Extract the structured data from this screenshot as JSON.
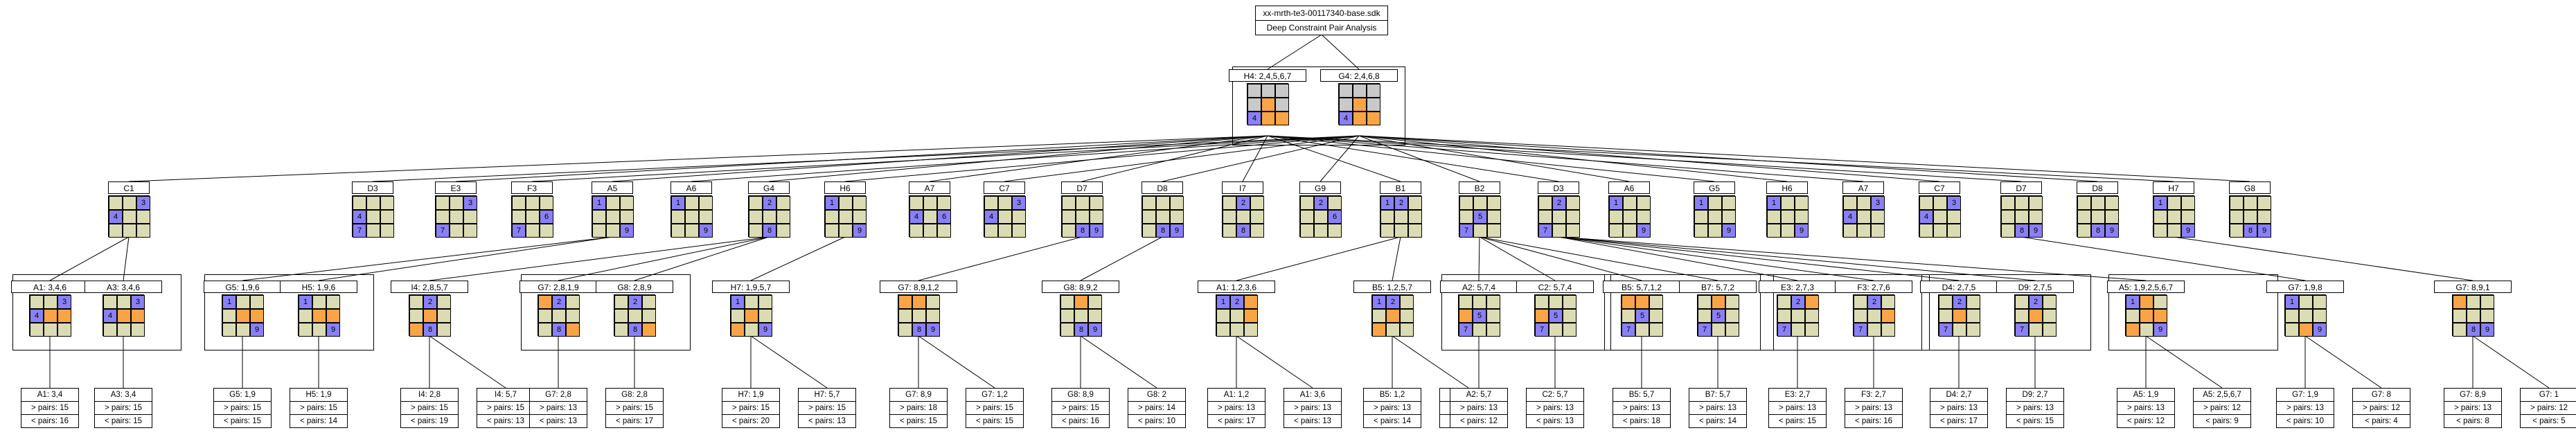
{
  "header": {
    "file": "xx-mrth-te3-00117340-base.sdk",
    "title": "Deep Constraint Pair Analysis"
  },
  "colors": {
    "cell": "#dcdcb4",
    "blue": "#8a80f6",
    "orange": "#f9a447",
    "gray": "#c9c9c9"
  },
  "root": {
    "nodes": [
      {
        "label": "H4: 2,4,5,6,7",
        "cells": [
          "g",
          "g",
          "g",
          "g",
          "o",
          "g",
          "b:4",
          "o",
          "o"
        ]
      },
      {
        "label": "G4: 2,4,6,8",
        "cells": [
          "g",
          "g",
          "g",
          "g",
          "o",
          "g",
          "b:4",
          "o",
          "o"
        ]
      }
    ]
  },
  "mid": [
    {
      "label": "C1",
      "cells": [
        "",
        "",
        "b:3",
        "b:4",
        "",
        "",
        "",
        "",
        ""
      ],
      "kids": [
        0
      ]
    },
    {
      "label": "D3",
      "cells": [
        "",
        "",
        "",
        "b:4",
        "",
        "",
        "b:7",
        "",
        ""
      ],
      "kids": []
    },
    {
      "label": "E3",
      "cells": [
        "",
        "",
        "b:3",
        "",
        "",
        "",
        "b:7",
        "",
        ""
      ],
      "kids": []
    },
    {
      "label": "F3",
      "cells": [
        "",
        "",
        "",
        "",
        "",
        "b:6",
        "b:7",
        "",
        ""
      ],
      "kids": []
    },
    {
      "label": "A5",
      "cells": [
        "b:1",
        "",
        "",
        "",
        "",
        "",
        "",
        "",
        "b:9"
      ],
      "kids": [
        1
      ]
    },
    {
      "label": "A6",
      "cells": [
        "b:1",
        "",
        "",
        "",
        "",
        "",
        "",
        "",
        "b:9"
      ],
      "kids": []
    },
    {
      "label": "G4",
      "cells": [
        "",
        "b:2",
        "",
        "",
        "",
        "",
        "",
        "b:8",
        ""
      ],
      "kids": [
        2,
        3
      ]
    },
    {
      "label": "H6",
      "cells": [
        "b:1",
        "",
        "",
        "",
        "",
        "",
        "",
        "",
        "b:9"
      ],
      "kids": [
        4
      ]
    },
    {
      "label": "A7",
      "cells": [
        "",
        "",
        "",
        "b:4",
        "",
        "b:6",
        "",
        "",
        ""
      ],
      "kids": []
    },
    {
      "label": "C7",
      "cells": [
        "",
        "",
        "b:3",
        "b:4",
        "",
        "",
        "",
        "",
        ""
      ],
      "kids": []
    },
    {
      "label": "D7",
      "cells": [
        "",
        "",
        "",
        "",
        "",
        "",
        "",
        "b:8",
        "b:9"
      ],
      "kids": [
        5
      ]
    },
    {
      "label": "D8",
      "cells": [
        "",
        "",
        "",
        "",
        "",
        "",
        "",
        "b:8",
        "b:9"
      ],
      "kids": [
        6
      ]
    },
    {
      "label": "I7",
      "cells": [
        "",
        "b:2",
        "",
        "",
        "",
        "",
        "",
        "b:8",
        ""
      ],
      "kids": []
    },
    {
      "label": "G9",
      "cells": [
        "",
        "b:2",
        "",
        "",
        "",
        "b:6",
        "",
        "",
        ""
      ],
      "kids": []
    },
    {
      "label": "B1",
      "cells": [
        "b:1",
        "b:2",
        "",
        "",
        "",
        "",
        "",
        "",
        ""
      ],
      "kids": [
        7,
        8
      ]
    },
    {
      "label": "B2",
      "cells": [
        "",
        "",
        "",
        "",
        "b:5",
        "",
        "b:7",
        "",
        ""
      ],
      "kids": [
        9,
        10
      ]
    },
    {
      "label": "D3",
      "cells": [
        "",
        "b:2",
        "",
        "",
        "",
        "",
        "b:7",
        "",
        ""
      ],
      "kids": [
        11,
        12,
        13
      ]
    },
    {
      "label": "A6",
      "cells": [
        "b:1",
        "",
        "",
        "",
        "",
        "",
        "",
        "",
        "b:9"
      ],
      "kids": []
    },
    {
      "label": "G5",
      "cells": [
        "b:1",
        "",
        "",
        "",
        "",
        "",
        "",
        "",
        "b:9"
      ],
      "kids": []
    },
    {
      "label": "H6",
      "cells": [
        "b:1",
        "",
        "",
        "",
        "",
        "",
        "",
        "",
        "b:9"
      ],
      "kids": []
    },
    {
      "label": "A7",
      "cells": [
        "",
        "",
        "b:3",
        "b:4",
        "",
        "",
        "",
        "",
        ""
      ],
      "kids": []
    },
    {
      "label": "C7",
      "cells": [
        "",
        "",
        "b:3",
        "b:4",
        "",
        "",
        "",
        "",
        ""
      ],
      "kids": []
    },
    {
      "label": "D7",
      "cells": [
        "",
        "",
        "",
        "",
        "",
        "",
        "",
        "b:8",
        "b:9"
      ],
      "kids": [
        14
      ]
    },
    {
      "label": "D8",
      "cells": [
        "",
        "",
        "",
        "",
        "",
        "",
        "",
        "b:8",
        "b:9"
      ],
      "kids": []
    },
    {
      "label": "H7",
      "cells": [
        "b:1",
        "",
        "",
        "",
        "",
        "",
        "",
        "",
        "b:9"
      ],
      "kids": [
        15
      ]
    },
    {
      "label": "G8",
      "cells": [
        "",
        "",
        "",
        "",
        "",
        "",
        "",
        "b:8",
        "b:9"
      ],
      "kids": [
        16
      ]
    }
  ],
  "pairs": [
    {
      "nodes": [
        {
          "label": "A1: 3,4,6",
          "cells": [
            "",
            "",
            "b:3",
            "b:4",
            "o",
            "o",
            "",
            "",
            ""
          ],
          "leaf": {
            "name": "A1: 3,4",
            "gt": "> pairs: 15",
            "lt": "< pairs: 16"
          }
        },
        {
          "label": "A3: 3,4,6",
          "cells": [
            "",
            "",
            "b:3",
            "b:4",
            "o",
            "o",
            "",
            "",
            ""
          ],
          "leaf": {
            "name": "A3: 3,4",
            "gt": "> pairs: 15",
            "lt": "< pairs: 15"
          }
        }
      ]
    },
    {
      "nodes": [
        {
          "label": "G5: 1,9,6",
          "cells": [
            "b:1",
            "",
            "",
            "",
            "o",
            "o",
            "",
            "",
            "b:9"
          ],
          "leaf": {
            "name": "G5: 1,9",
            "gt": "> pairs: 15",
            "lt": "< pairs: 15"
          }
        },
        {
          "label": "H5: 1,9,6",
          "cells": [
            "b:1",
            "",
            "",
            "",
            "o",
            "o",
            "",
            "",
            "b:9"
          ],
          "leaf": {
            "name": "H5: 1,9",
            "gt": "> pairs: 15",
            "lt": "< pairs: 14"
          }
        }
      ]
    },
    {
      "nodes": [
        {
          "label": "I4: 2,8,5,7",
          "cells": [
            "",
            "b:2",
            "",
            "",
            "o",
            "",
            "o",
            "b:8",
            ""
          ],
          "leaf": {
            "name": "I4: 2,8",
            "gt": "> pairs: 15",
            "lt": "< pairs: 19"
          }
        },
        {
          "label": "I4: 5,7",
          "cells": null,
          "leaf": {
            "name": "I4: 5,7",
            "gt": "> pairs: 15",
            "lt": "< pairs: 13"
          }
        }
      ]
    },
    {
      "nodes": [
        {
          "label": "G7: 2,8,1,9",
          "cells": [
            "o",
            "b:2",
            "",
            "",
            "",
            "",
            "",
            "b:8",
            "o"
          ],
          "leaf": {
            "name": "G7: 2,8",
            "gt": "> pairs: 13",
            "lt": "< pairs: 13"
          }
        },
        {
          "label": "G8: 2,8,9",
          "cells": [
            "",
            "b:2",
            "",
            "",
            "",
            "",
            "",
            "b:8",
            "o"
          ],
          "leaf": {
            "name": "G8: 2,8",
            "gt": "> pairs: 15",
            "lt": "< pairs: 17"
          }
        }
      ]
    },
    {
      "nodes": [
        {
          "label": "H7: 1,9,5,7",
          "cells": [
            "b:1",
            "",
            "",
            "",
            "o",
            "",
            "o",
            "",
            "b:9"
          ],
          "leaf": {
            "name": "H7: 1,9",
            "gt": "> pairs: 15",
            "lt": "< pairs: 20"
          }
        },
        {
          "label": "H7: 5,7",
          "cells": null,
          "leaf": {
            "name": "H7: 5,7",
            "gt": "> pairs: 15",
            "lt": "< pairs: 13"
          }
        }
      ]
    },
    {
      "nodes": [
        {
          "label": "G7: 8,9,1,2",
          "cells": [
            "o",
            "o",
            "",
            "",
            "",
            "",
            "",
            "b:8",
            "b:9"
          ],
          "leaf": {
            "name": "G7: 8,9",
            "gt": "> pairs: 18",
            "lt": "< pairs: 15"
          }
        },
        {
          "label": "G7: 1,2",
          "cells": null,
          "leaf": {
            "name": "G7: 1,2",
            "gt": "> pairs: 15",
            "lt": "< pairs: 15"
          }
        }
      ]
    },
    {
      "nodes": [
        {
          "label": "G8: 8,9,2",
          "cells": [
            "",
            "o",
            "",
            "",
            "",
            "",
            "",
            "b:8",
            "b:9"
          ],
          "leaf": {
            "name": "G8: 8,9",
            "gt": "> pairs: 15",
            "lt": "< pairs: 16"
          }
        },
        {
          "label": "G8: 2",
          "cells": null,
          "leaf": {
            "name": "G8: 2",
            "gt": "> pairs: 14",
            "lt": "< pairs: 10"
          }
        }
      ]
    },
    {
      "nodes": [
        {
          "label": "A1: 1,2,3,6",
          "cells": [
            "b:1",
            "b:2",
            "o",
            "",
            "",
            "o",
            "",
            "",
            ""
          ],
          "leaf": {
            "name": "A1: 1,2",
            "gt": "> pairs: 13",
            "lt": "< pairs: 17"
          }
        },
        {
          "label": "A1: 3,6",
          "cells": null,
          "leaf": {
            "name": "A1: 3,6",
            "gt": "> pairs: 13",
            "lt": "< pairs: 13"
          }
        }
      ]
    },
    {
      "nodes": [
        {
          "label": "B5: 1,2,5,7",
          "cells": [
            "b:1",
            "b:2",
            "",
            "",
            "o",
            "",
            "o",
            "",
            ""
          ],
          "leaf": {
            "name": "B5: 1,2",
            "gt": "> pairs: 13",
            "lt": "< pairs: 14"
          }
        },
        {
          "label": "B5: 5,7",
          "cells": null,
          "leaf": {
            "name": "B5: 5,7",
            "gt": "> pairs: 13",
            "lt": "< pairs: 18"
          }
        }
      ]
    },
    {
      "nodes": [
        {
          "label": "A2: 5,7,4",
          "cells": [
            "",
            "",
            "",
            "o",
            "b:5",
            "",
            "b:7",
            "",
            ""
          ],
          "leaf": {
            "name": "A2: 5,7",
            "gt": "> pairs: 13",
            "lt": "< pairs: 12"
          }
        },
        {
          "label": "C2: 5,7,4",
          "cells": [
            "",
            "",
            "",
            "o",
            "b:5",
            "",
            "b:7",
            "",
            ""
          ],
          "leaf": {
            "name": "C2: 5,7",
            "gt": "> pairs: 13",
            "lt": "< pairs: 13"
          }
        }
      ]
    },
    {
      "nodes": [
        {
          "label": "B5: 5,7,1,2",
          "cells": [
            "o",
            "o",
            "",
            "",
            "b:5",
            "",
            "b:7",
            "",
            ""
          ],
          "leaf": {
            "name": "B5: 5,7",
            "gt": "> pairs: 13",
            "lt": "< pairs: 18"
          }
        },
        {
          "label": "B7: 5,7,2",
          "cells": [
            "",
            "o",
            "",
            "",
            "b:5",
            "",
            "b:7",
            "",
            ""
          ],
          "leaf": {
            "name": "B7: 5,7",
            "gt": "> pairs: 13",
            "lt": "< pairs: 14"
          }
        }
      ]
    },
    {
      "nodes": [
        {
          "label": "E3: 2,7,3",
          "cells": [
            "",
            "b:2",
            "o",
            "",
            "",
            "",
            "b:7",
            "",
            ""
          ],
          "leaf": {
            "name": "E3: 2,7",
            "gt": "> pairs: 13",
            "lt": "< pairs: 15"
          }
        },
        {
          "label": "F3: 2,7,6",
          "cells": [
            "",
            "b:2",
            "",
            "",
            "",
            "o",
            "b:7",
            "",
            ""
          ],
          "leaf": {
            "name": "F3: 2,7",
            "gt": "> pairs: 13",
            "lt": "< pairs: 16"
          }
        }
      ]
    },
    {
      "nodes": [
        {
          "label": "D4: 2,7,5",
          "cells": [
            "",
            "b:2",
            "",
            "",
            "o",
            "",
            "b:7",
            "",
            ""
          ],
          "leaf": {
            "name": "D4: 2,7",
            "gt": "> pairs: 13",
            "lt": "< pairs: 17"
          }
        },
        {
          "label": "D9: 2,7,5",
          "cells": [
            "",
            "b:2",
            "",
            "",
            "o",
            "",
            "b:7",
            "",
            ""
          ],
          "leaf": {
            "name": "D9: 2,7",
            "gt": "> pairs: 13",
            "lt": "< pairs: 15"
          }
        }
      ]
    },
    {
      "nodes": [
        {
          "label": "A5: 1,9,2,5,6,7",
          "cells": [
            "b:1",
            "o",
            "",
            "",
            "o",
            "o",
            "o",
            "",
            "b:9"
          ],
          "leaf": {
            "name": "A5: 1,9",
            "gt": "> pairs: 13",
            "lt": "< pairs: 12"
          }
        },
        {
          "label": "A5: 2,5,6,7",
          "cells": null,
          "leaf": {
            "name": "A5: 2,5,6,7",
            "gt": "> pairs: 12",
            "lt": "< pairs: 9"
          }
        }
      ]
    },
    {
      "nodes": [
        {
          "label": "G7: 1,9,8",
          "cells": [
            "b:1",
            "",
            "",
            "",
            "",
            "",
            "",
            "o",
            "b:9"
          ],
          "leaf": {
            "name": "G7: 1,9",
            "gt": "> pairs: 13",
            "lt": "< pairs: 10"
          }
        },
        {
          "label": "G7: 8",
          "cells": null,
          "leaf": {
            "name": "G7: 8",
            "gt": "> pairs: 12",
            "lt": "< pairs: 4"
          }
        }
      ]
    },
    {
      "nodes": [
        {
          "label": "G7: 8,9,1",
          "cells": [
            "o",
            "",
            "",
            "",
            "",
            "",
            "",
            "b:8",
            "b:9"
          ],
          "leaf": {
            "name": "G7: 8,9",
            "gt": "> pairs: 13",
            "lt": "< pairs: 8"
          }
        },
        {
          "label": "G7: 1",
          "cells": null,
          "leaf": {
            "name": "G7: 1",
            "gt": "> pairs: 12",
            "lt": "< pairs: 5"
          }
        }
      ]
    }
  ]
}
